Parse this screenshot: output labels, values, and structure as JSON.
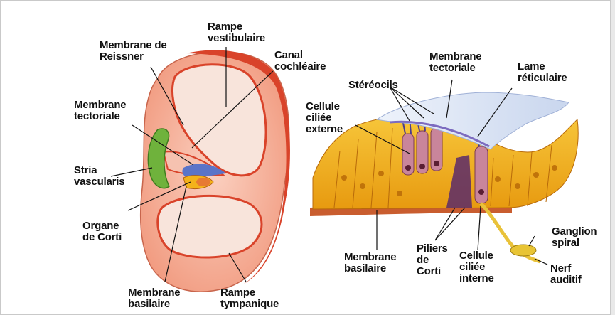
{
  "cross_section": {
    "membrane_reissner": "Membrane de\nReissner",
    "rampe_vestibulaire": "Rampe\nvestibulaire",
    "canal_cochleaire": "Canal\ncochléaire",
    "membrane_tectoriale": "Membrane\ntectoriale",
    "stria_vascularis": "Stria\nvascularis",
    "organe_de_corti": "Organe\nde Corti",
    "membrane_basilaire": "Membrane\nbasilaire",
    "rampe_tympanique": "Rampe\ntympanique"
  },
  "organ_of_corti": {
    "membrane_tectoriale": "Membrane\ntectoriale",
    "stereocils": "Stéréocils",
    "lame_reticulaire": "Lame\nréticulaire",
    "cellule_ciliee_externe": "Cellule\nciliée\nexterne",
    "ganglion_spiral": "Ganglion\nspiral",
    "nerf_auditif": "Nerf\nauditif",
    "membrane_basilaire": "Membrane\nbasilaire",
    "piliers_de_corti": "Piliers\nde\nCorti",
    "cellule_ciliee_interne": "Cellule\nciliée\ninterne"
  },
  "colors": {
    "bone": "#f4a58c",
    "wall": "#e4583a",
    "stria": "#6fb23c",
    "tectorial": "#5b74c8",
    "cells": "#f3b21b",
    "hair_cell": "#c9859b"
  }
}
